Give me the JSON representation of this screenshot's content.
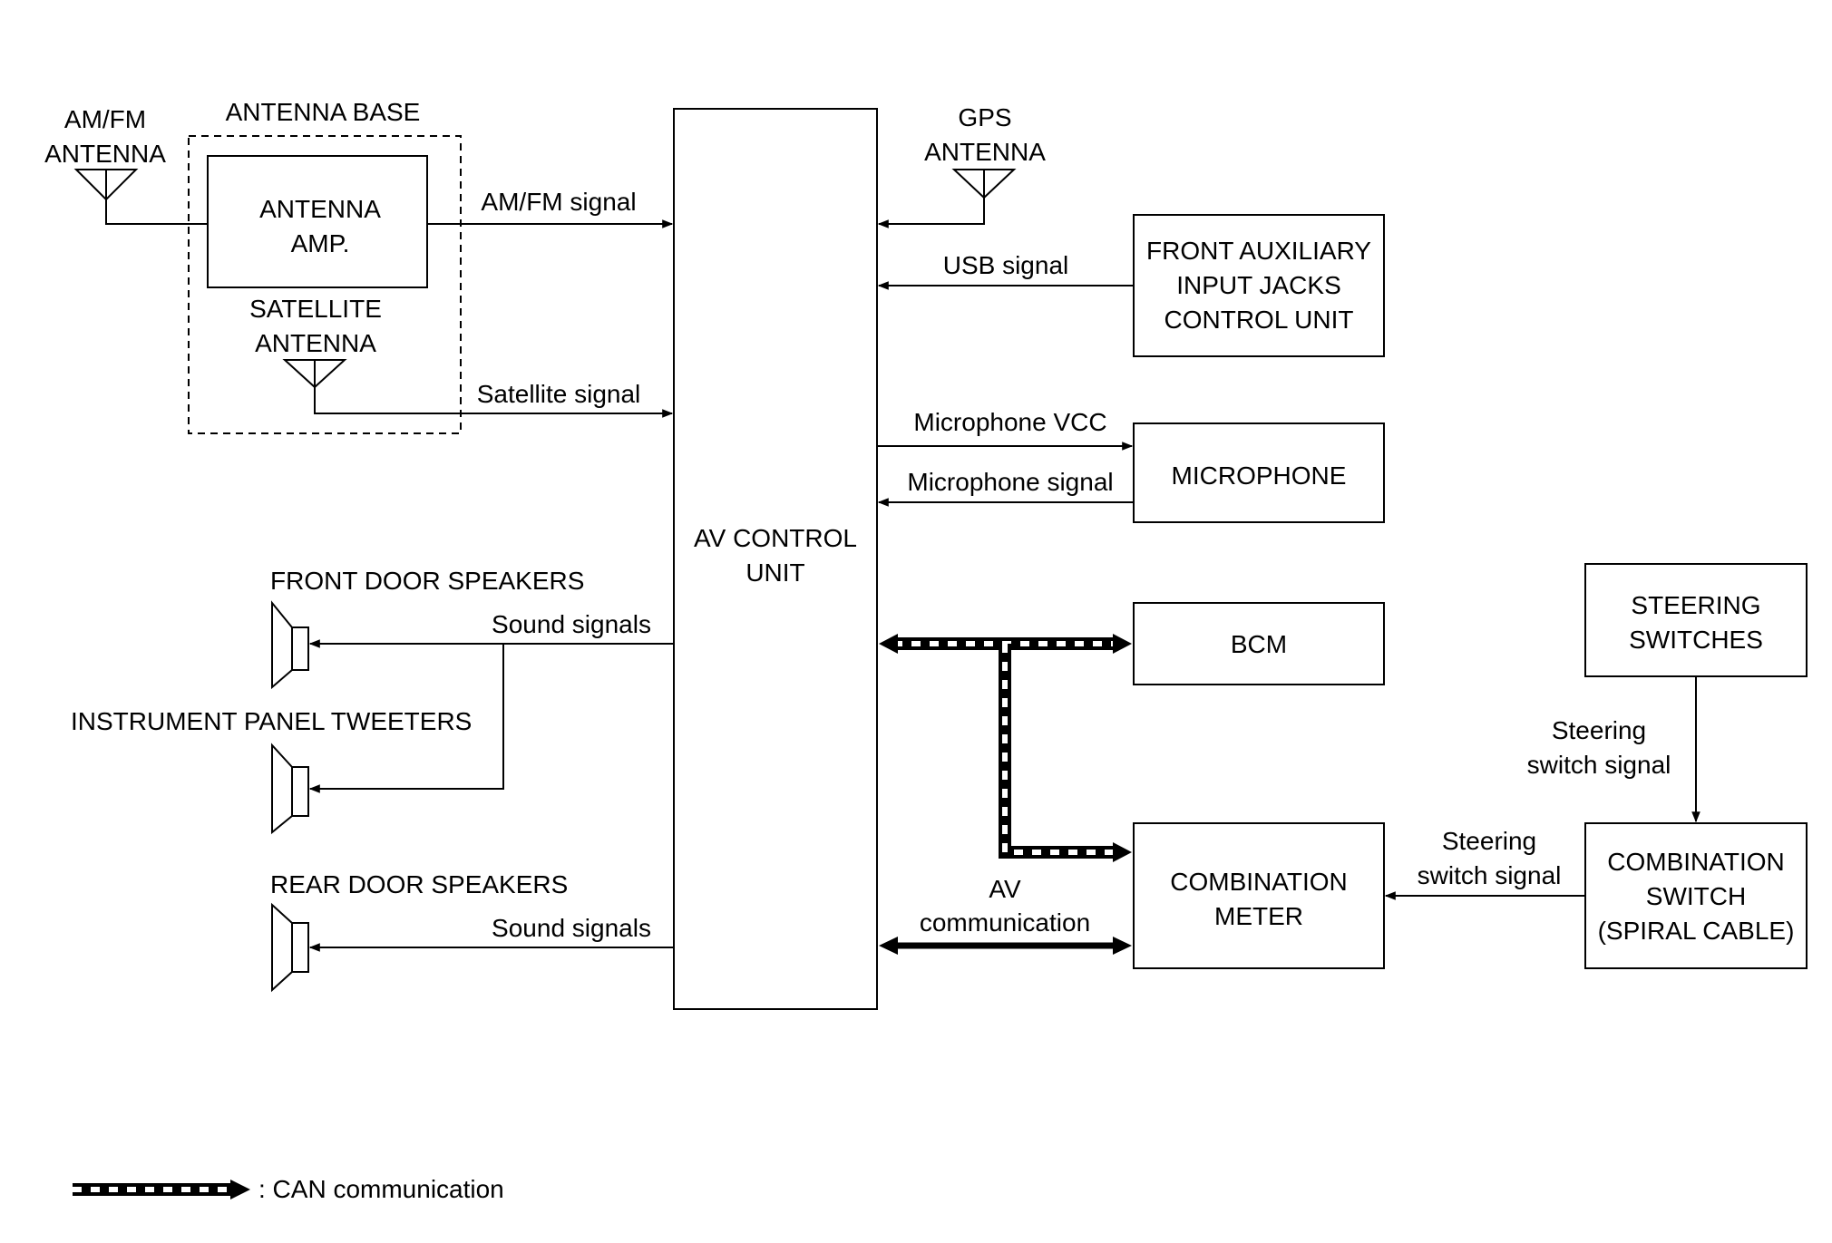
{
  "antenna_base": {
    "title": "ANTENNA BASE"
  },
  "amfm_antenna": {
    "line1": "AM/FM",
    "line2": "ANTENNA"
  },
  "antenna_amp": {
    "line1": "ANTENNA",
    "line2": "AMP."
  },
  "satellite_antenna": {
    "line1": "SATELLITE",
    "line2": "ANTENNA"
  },
  "gps_antenna": {
    "line1": "GPS",
    "line2": "ANTENNA"
  },
  "av_control_unit": {
    "line1": "AV CONTROL",
    "line2": "UNIT"
  },
  "front_aux": {
    "line1": "FRONT AUXILIARY",
    "line2": "INPUT JACKS",
    "line3": "CONTROL UNIT"
  },
  "microphone": {
    "label": "MICROPHONE"
  },
  "bcm": {
    "label": "BCM"
  },
  "combination_meter": {
    "line1": "COMBINATION",
    "line2": "METER"
  },
  "steering_switches": {
    "line1": "STEERING",
    "line2": "SWITCHES"
  },
  "combination_switch": {
    "line1": "COMBINATION",
    "line2": "SWITCH",
    "line3": "(SPIRAL CABLE)"
  },
  "speakers": {
    "front_door": "FRONT DOOR SPEAKERS",
    "ip_tweeters": "INSTRUMENT PANEL TWEETERS",
    "rear_door": "REAR DOOR SPEAKERS"
  },
  "signals": {
    "amfm": "AM/FM signal",
    "satellite": "Satellite signal",
    "usb": "USB signal",
    "mic_vcc": "Microphone VCC",
    "mic_signal": "Microphone signal",
    "sound_front": "Sound signals",
    "sound_rear": "Sound signals",
    "av_comm_line1": "AV",
    "av_comm_line2": "communication",
    "steering_sw_1_line1": "Steering",
    "steering_sw_1_line2": "switch signal",
    "steering_sw_2_line1": "Steering",
    "steering_sw_2_line2": "switch signal"
  },
  "legend": {
    "can_label": ": CAN communication"
  }
}
